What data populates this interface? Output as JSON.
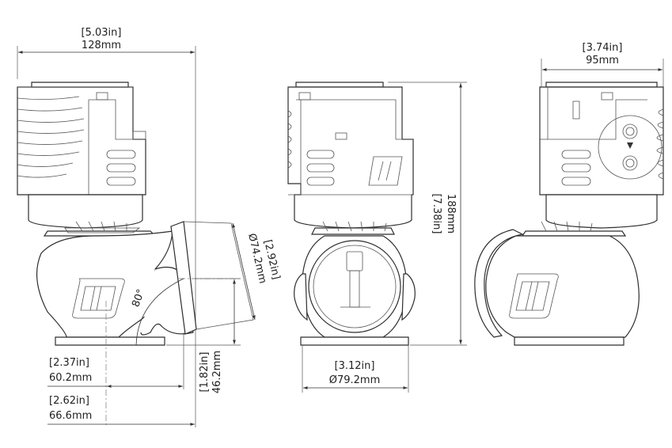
{
  "dimensions": {
    "overall_width": {
      "imperial": "[5.03in]",
      "metric": "128mm"
    },
    "side_depth": {
      "imperial": "[3.74in]",
      "metric": "95mm"
    },
    "height": {
      "imperial": "[7.38in]",
      "metric": "188mm"
    },
    "outlet_diameter": {
      "imperial": "[2.92in]",
      "metric": "Ø74.2mm"
    },
    "inlet_diameter": {
      "imperial": "[3.12in]",
      "metric": "Ø79.2mm"
    },
    "outlet_offset": {
      "imperial": "[2.37in]",
      "metric": "60.2mm"
    },
    "outlet_reach": {
      "imperial": "[2.62in]",
      "metric": "66.6mm"
    },
    "outlet_height": {
      "imperial": "[1.82in]",
      "metric": "46.2mm"
    },
    "outlet_angle": "80°"
  },
  "colors": {
    "line": "#2e2e2e",
    "text": "#222222",
    "background": "#ffffff"
  }
}
